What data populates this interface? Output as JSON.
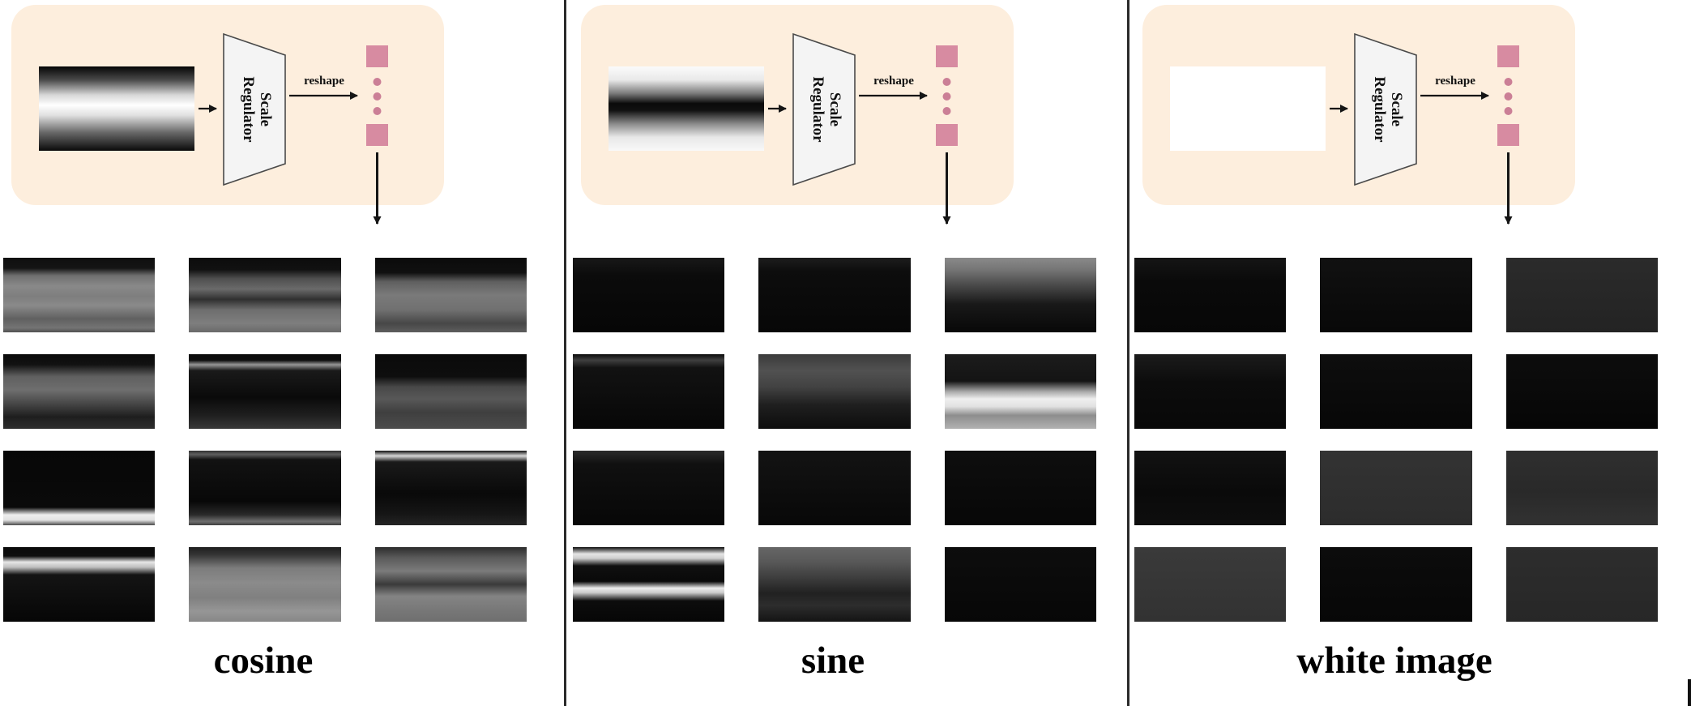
{
  "colors": {
    "page_bg": "#ffffff",
    "panel_bg": "#fdeedd",
    "token_pink": "#d78ba1",
    "token_dot": "#cb7f96",
    "trapezoid_fill": "#f4f4f4",
    "trapezoid_stroke": "#4a4a4a",
    "arrow": "#151515",
    "divider": "#2a2a2a"
  },
  "panels": [
    {
      "caption": "cosine",
      "scale_regulator_label": "Scale\nRegulator",
      "reshape_label": "reshape",
      "input_bg": "linear-gradient(180deg,#050505 0%,#4a4a4a 16%,#d8d8d8 34%,#ffffff 46%,#e0e0e0 58%,#6a6a6a 78%,#0a0a0a 100%)",
      "feature_maps": [
        "linear-gradient(180deg,#0f0f0f 0%,#141414 14%,#6f6f6f 24%,#898989 38%,#7e7e7e 52%,#8a8a8a 64%,#606060 82%,#747474 94%,#505050 100%)",
        "linear-gradient(180deg,#0c0c0c 0%,#111111 16%,#4f4f4f 28%,#6a6a6a 42%,#303030 56%,#6e6e6e 70%,#7e7e7e 88%,#6a6a6a 100%)",
        "linear-gradient(180deg,#0b0b0b 0%,#101010 20%,#5f5f5f 32%,#7a7a7a 50%,#707070 70%,#474747 88%,#5e5e5e 100%)",
        "linear-gradient(180deg,#0a0a0a 0%,#121212 14%,#606060 30%,#6e6e6e 48%,#474747 66%,#1e1e1e 84%,#2e2e2e 100%)",
        "linear-gradient(180deg,#0a0a0a 0%,#0d0d0d 8%,#969696 14%,#1a1a1a 22%,#0a0a0a 58%,#1f1f1f 82%,#383838 100%)",
        "linear-gradient(180deg,#0a0a0a 0%,#0e0e0e 30%,#484848 44%,#585858 60%,#3f3f3f 78%,#4c4c4c 100%)",
        "linear-gradient(180deg,#070707 0%,#0a0a0a 76%,#ededed 86%,#e3e3e3 93%,#4a4a4a 100%)",
        "linear-gradient(180deg,#303030 0%,#5f5f5f 5%,#121212 12%,#080808 68%,#2a2a2a 86%,#6f6f6f 95%,#3d3d3d 100%)",
        "linear-gradient(180deg,#101010 0%,#d8d8d8 7%,#1a1a1a 15%,#090909 58%,#151515 84%,#242424 100%)",
        "linear-gradient(180deg,#0a0a0a 0%,#0e0e0e 12%,#e6e6e6 20%,#bdbdbd 27%,#141414 37%,#060606 100%)",
        "linear-gradient(180deg,#1f1f1f 0%,#343434 10%,#7c7c7c 28%,#8b8b8b 48%,#808080 68%,#969696 86%,#878787 100%)",
        "linear-gradient(180deg,#2c2c2c 0%,#5a5a5a 14%,#7b7b7b 32%,#3a3a3a 50%,#848484 66%,#787878 84%,#6f6f6f 100%)"
      ]
    },
    {
      "caption": "sine",
      "scale_regulator_label": "Scale\nRegulator",
      "reshape_label": "reshape",
      "input_bg": "linear-gradient(180deg,#fbfbfb 0%,#e9e9e9 16%,#7a7a7a 32%,#0a0a0a 44%,#111111 52%,#8a8a8a 68%,#e8e8e8 84%,#f8f8f8 100%)",
      "feature_maps": [
        "linear-gradient(180deg,#181818 0%,#0b0b0b 24%,#060606 100%)",
        "linear-gradient(180deg,#1d1d1d 0%,#0d0d0d 18%,#070707 100%)",
        "linear-gradient(180deg,#8a8a8a 0%,#757575 16%,#474747 38%,#191919 62%,#080808 100%)",
        "linear-gradient(180deg,#0b0b0b 0%,#3f3f3f 8%,#121212 18%,#070707 100%)",
        "linear-gradient(180deg,#3b3b3b 0%,#515151 22%,#424242 44%,#1f1f1f 68%,#0d0d0d 100%)",
        "linear-gradient(180deg,#1c1c1c 0%,#141414 36%,#a8a8a8 50%,#efefef 60%,#e2e2e2 70%,#8d8d8d 82%,#b2b2b2 100%)",
        "linear-gradient(180deg,#2b2b2b 0%,#101010 18%,#070707 100%)",
        "linear-gradient(180deg,#131313 0%,#080808 100%)",
        "linear-gradient(180deg,#0e0e0e 0%,#070707 100%)",
        "linear-gradient(180deg,#0b0b0b 0%,#e4e4e4 9%,#cfcfcf 15%,#101010 25%,#090909 46%,#ececec 55%,#cccccc 61%,#0d0d0d 72%,#060606 100%)",
        "linear-gradient(180deg,#666666 0%,#585858 20%,#3c3c3c 42%,#212121 62%,#2d2d2d 78%,#141414 100%)",
        "linear-gradient(180deg,#0d0d0d 0%,#070707 100%)"
      ]
    },
    {
      "caption": "white image",
      "scale_regulator_label": "Scale\nRegulator",
      "reshape_label": "reshape",
      "input_bg": "#ffffff",
      "feature_maps": [
        "linear-gradient(180deg,#151515 0%,#0a0a0a 32%,#070707 100%)",
        "linear-gradient(180deg,#111111 0%,#080808 100%)",
        "linear-gradient(180deg,#2b2b2b 0%,#232323 100%)",
        "linear-gradient(180deg,#1b1b1b 0%,#0c0c0c 38%,#080808 100%)",
        "linear-gradient(180deg,#0e0e0e 0%,#070707 100%)",
        "linear-gradient(180deg,#0d0d0d 0%,#060606 100%)",
        "linear-gradient(180deg,#121212 0%,#0a0a0a 55%,#0e0e0e 100%)",
        "linear-gradient(180deg,#333333 0%,#2c2c2c 100%)",
        "linear-gradient(180deg,#2f2f2f 0%,#292929 55%,#323232 100%)",
        "linear-gradient(180deg,#3a3a3a 0%,#323232 100%)",
        "linear-gradient(180deg,#0c0c0c 0%,#070707 100%)",
        "linear-gradient(180deg,#2d2d2d 0%,#272727 100%)"
      ]
    }
  ]
}
